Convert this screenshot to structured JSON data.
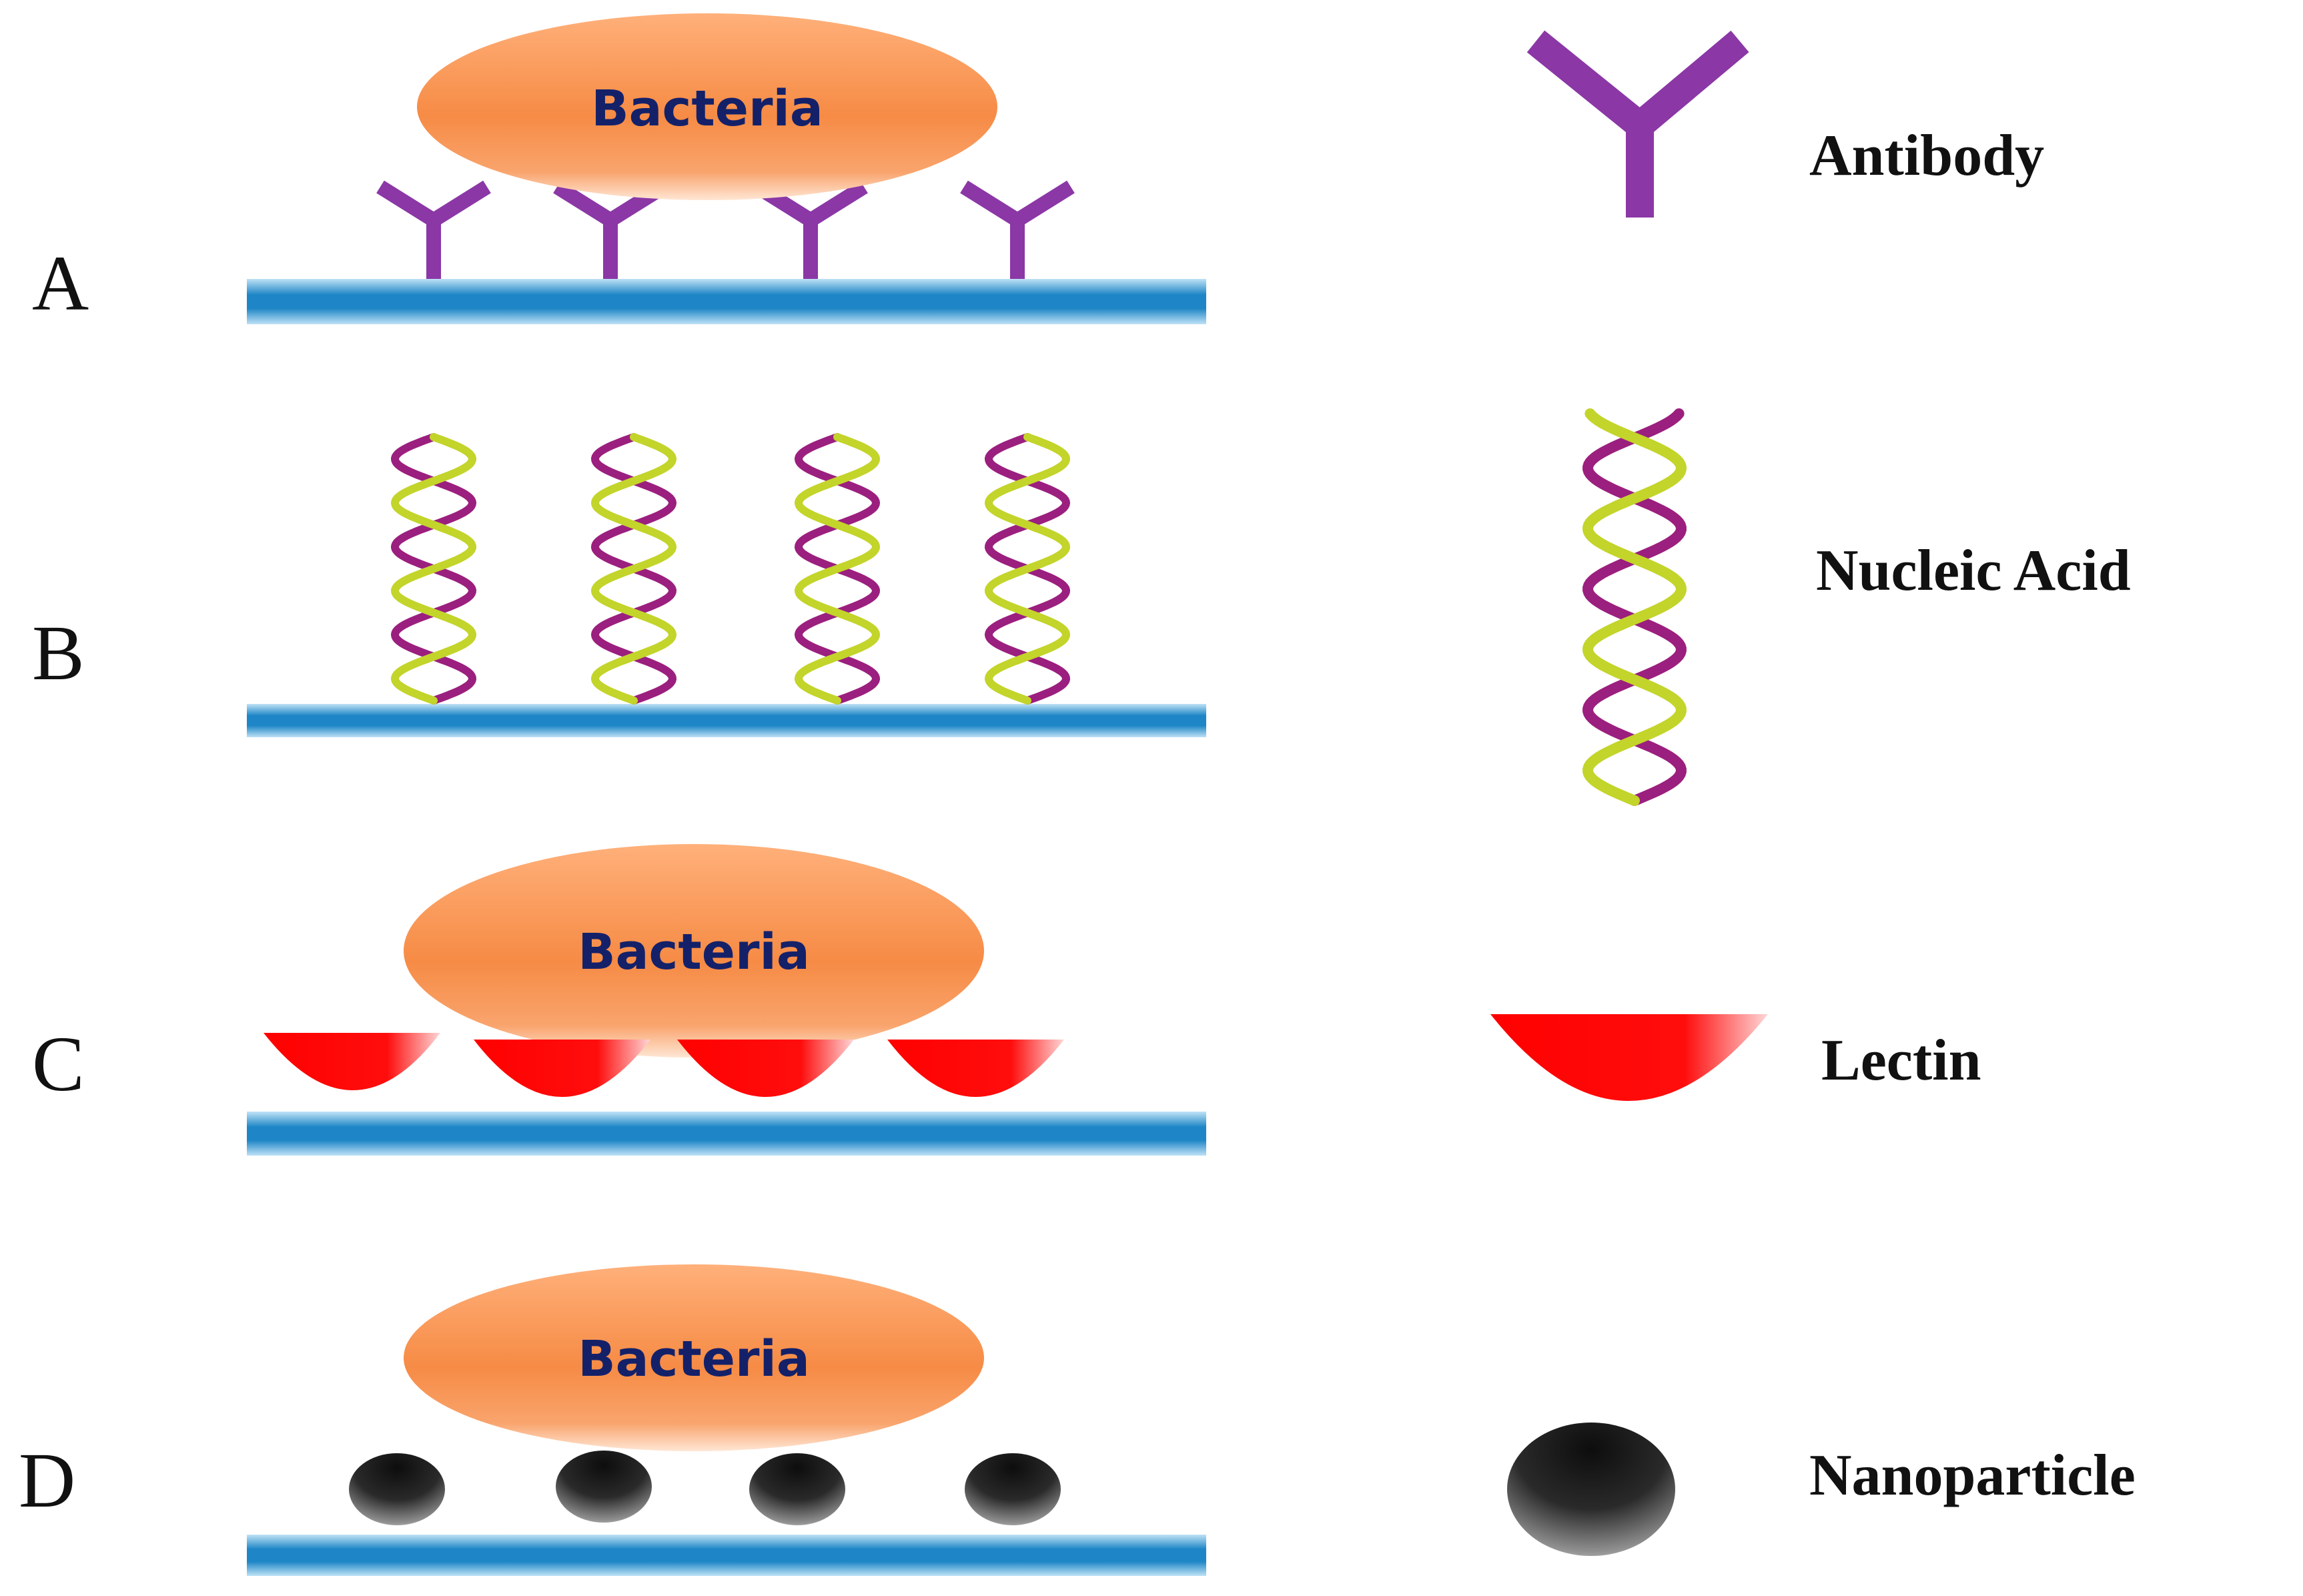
{
  "rows": [
    {
      "letter": "A",
      "probe": "antibody",
      "bacteria_label": "Bacteria"
    },
    {
      "letter": "B",
      "probe": "nucleic-acid"
    },
    {
      "letter": "C",
      "probe": "lectin",
      "bacteria_label": "Bacteria"
    },
    {
      "letter": "D",
      "probe": "nanoparticle",
      "bacteria_label": "Bacteria"
    }
  ],
  "legend": [
    {
      "label": "Antibody",
      "icon": "antibody-icon"
    },
    {
      "label": "Nucleic Acid",
      "icon": "nucleic-acid-icon"
    },
    {
      "label": "Lectin",
      "icon": "lectin-icon"
    },
    {
      "label": "Nanoparticle",
      "icon": "nanoparticle-icon"
    }
  ],
  "colors": {
    "substrate": "#1E86C6",
    "bacteria": "#F68B45",
    "bacteria_text": "#142169",
    "antibody": "#8B37A6",
    "dna_strand_a": "#9B1F7E",
    "dna_strand_b": "#C3D42A",
    "lectin": "#FF0000",
    "nanoparticle": "#1A1A1A"
  }
}
